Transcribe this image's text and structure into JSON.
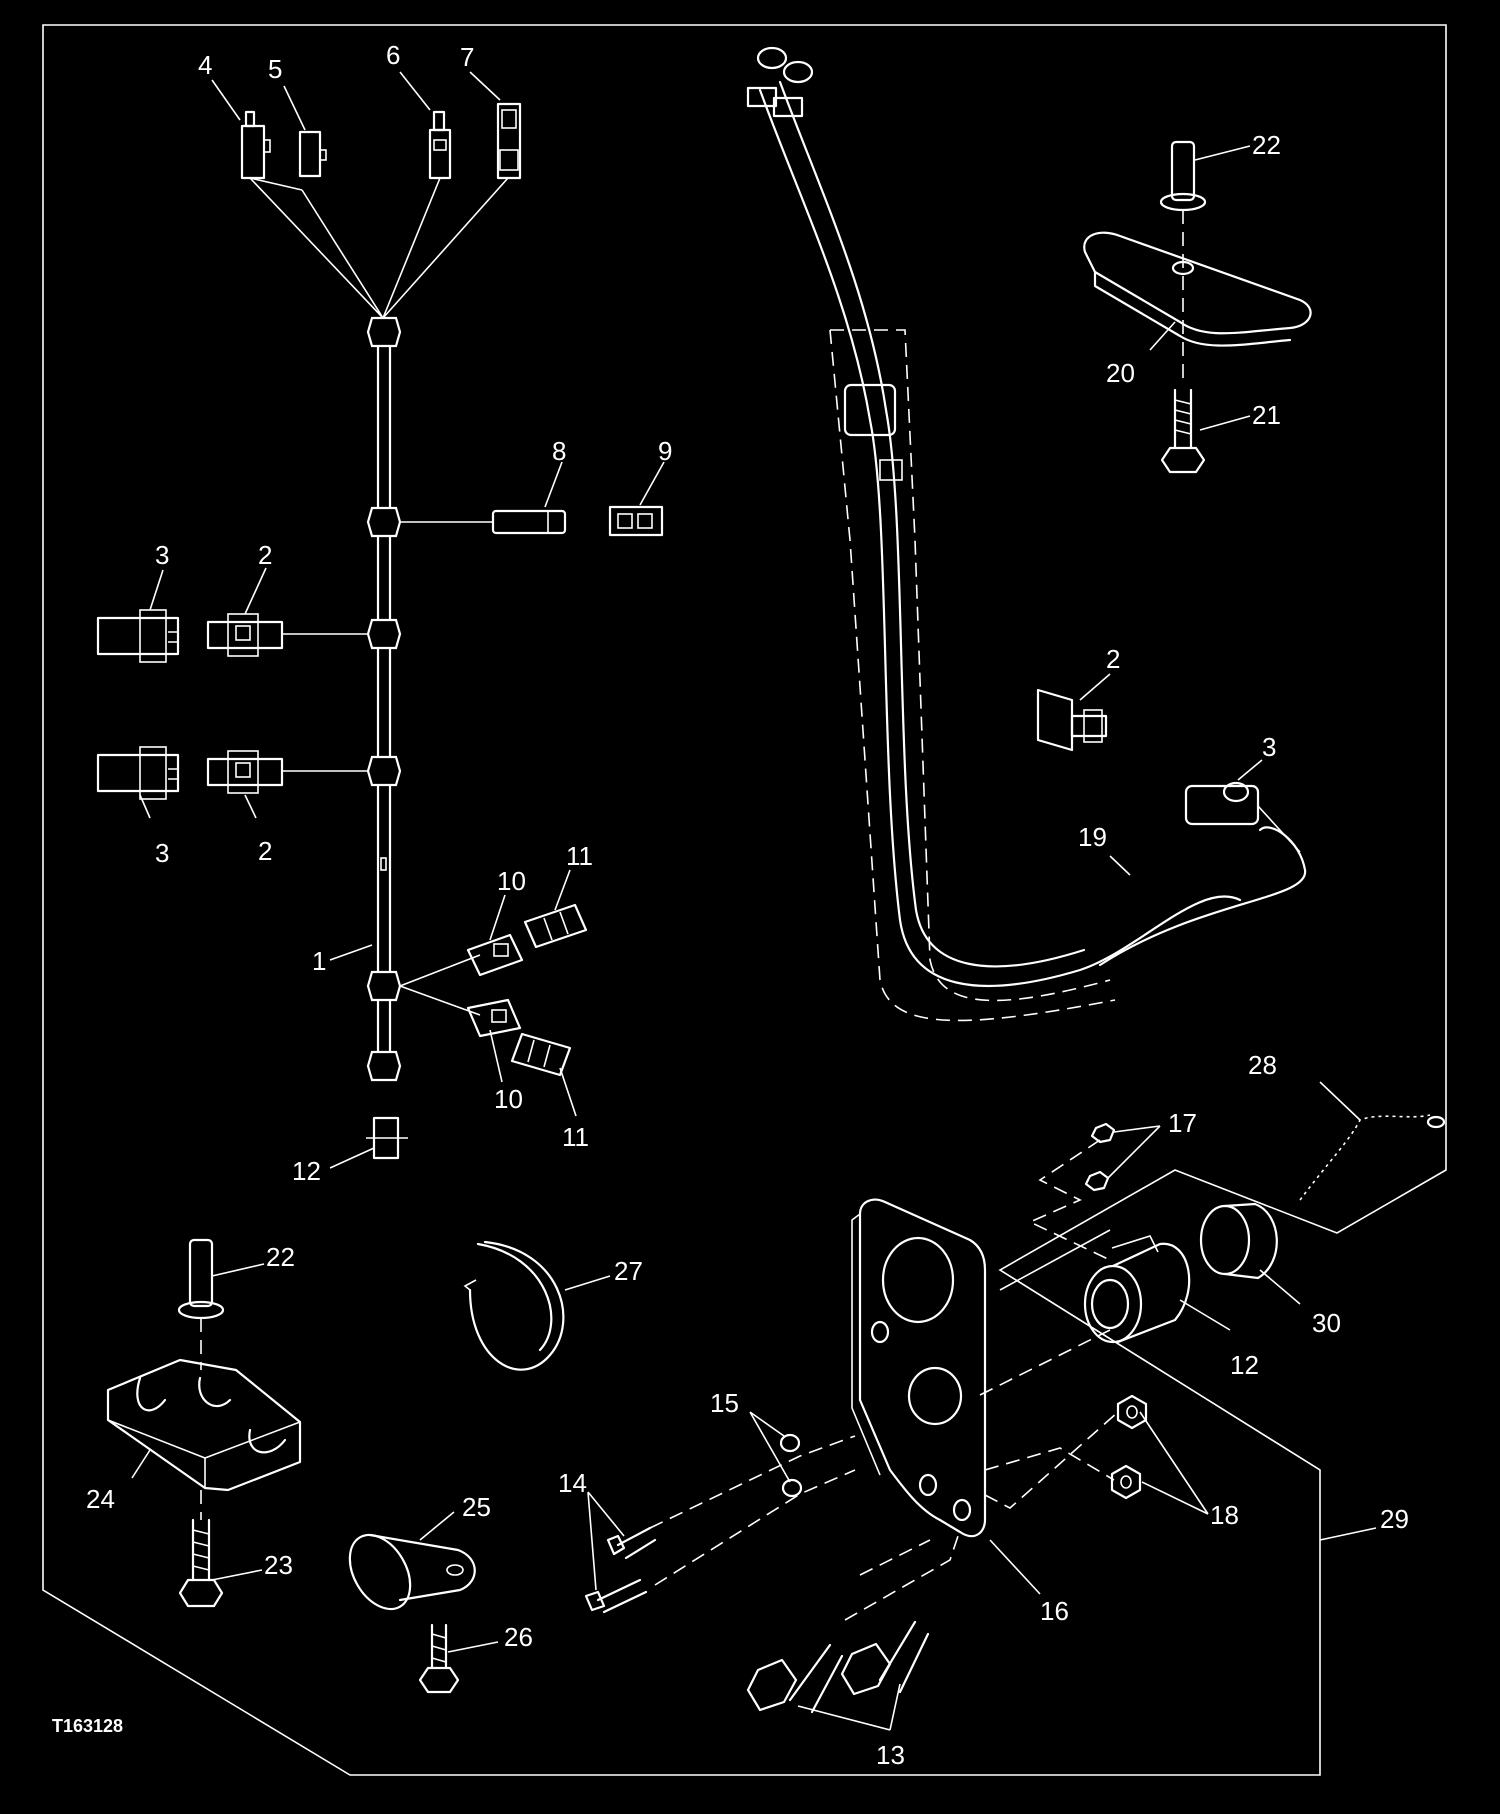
{
  "diagram": {
    "doc_id": "T163128",
    "callouts": [
      {
        "id": "c4",
        "text": "4"
      },
      {
        "id": "c5",
        "text": "5"
      },
      {
        "id": "c6",
        "text": "6"
      },
      {
        "id": "c7",
        "text": "7"
      },
      {
        "id": "c8",
        "text": "8"
      },
      {
        "id": "c9",
        "text": "9"
      },
      {
        "id": "c3a",
        "text": "3"
      },
      {
        "id": "c2a",
        "text": "2"
      },
      {
        "id": "c3b",
        "text": "3"
      },
      {
        "id": "c2b",
        "text": "2"
      },
      {
        "id": "c1",
        "text": "1"
      },
      {
        "id": "c10a",
        "text": "10"
      },
      {
        "id": "c11a",
        "text": "11"
      },
      {
        "id": "c10b",
        "text": "10"
      },
      {
        "id": "c11b",
        "text": "11"
      },
      {
        "id": "c12a",
        "text": "12"
      },
      {
        "id": "c22a",
        "text": "22"
      },
      {
        "id": "c20",
        "text": "20"
      },
      {
        "id": "c21",
        "text": "21"
      },
      {
        "id": "c2c",
        "text": "2"
      },
      {
        "id": "c3c",
        "text": "3"
      },
      {
        "id": "c19",
        "text": "19"
      },
      {
        "id": "c28",
        "text": "28"
      },
      {
        "id": "c17",
        "text": "17"
      },
      {
        "id": "c30",
        "text": "30"
      },
      {
        "id": "c12b",
        "text": "12"
      },
      {
        "id": "c22b",
        "text": "22"
      },
      {
        "id": "c24",
        "text": "24"
      },
      {
        "id": "c23",
        "text": "23"
      },
      {
        "id": "c27",
        "text": "27"
      },
      {
        "id": "c25",
        "text": "25"
      },
      {
        "id": "c26",
        "text": "26"
      },
      {
        "id": "c15",
        "text": "15"
      },
      {
        "id": "c14",
        "text": "14"
      },
      {
        "id": "c16",
        "text": "16"
      },
      {
        "id": "c18",
        "text": "18"
      },
      {
        "id": "c29",
        "text": "29"
      },
      {
        "id": "c13",
        "text": "13"
      }
    ]
  }
}
